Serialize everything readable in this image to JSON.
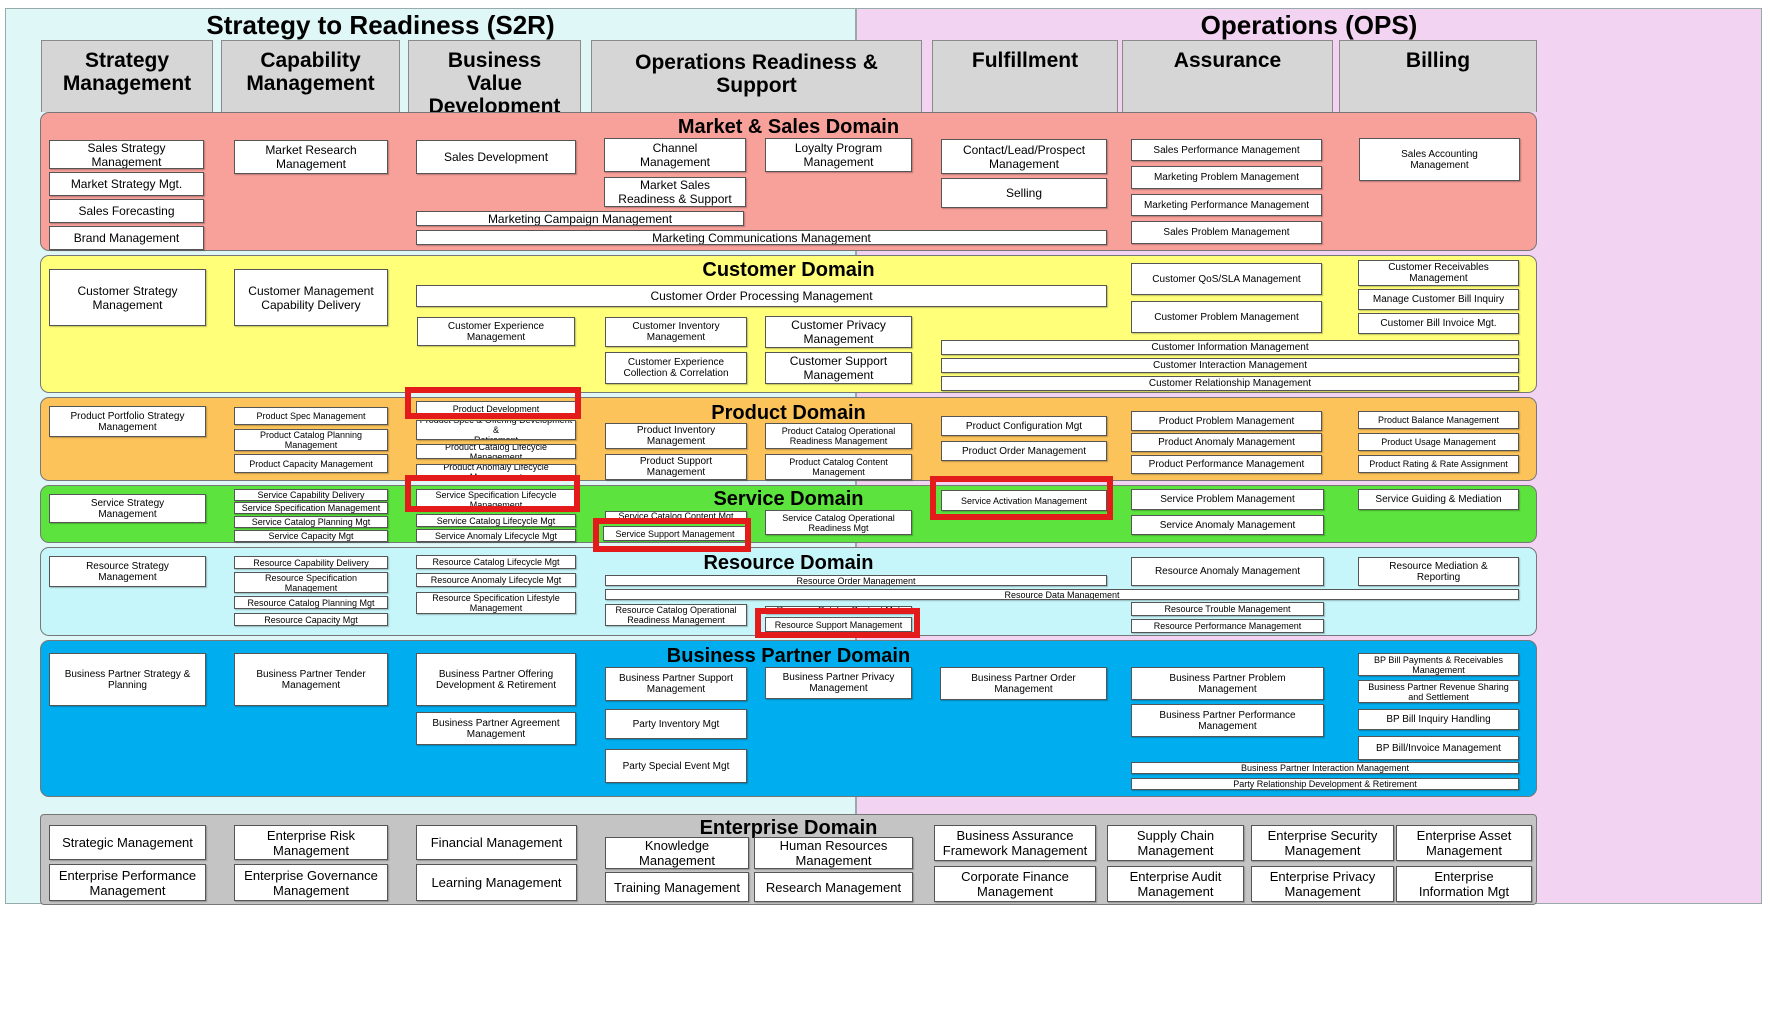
{
  "colors": {
    "s2r_bg": "#e0f7f8",
    "ops_bg": "#f2d3f1",
    "highlight": "#e31b1b",
    "header_gray": "#d6d6d6"
  },
  "bands": {
    "s2r": "Strategy to Readiness (S2R)",
    "ops": "Operations (OPS)"
  },
  "columns": [
    "Strategy\nManagement",
    "Capability\nManagement",
    "Business\nValue\nDevelopment",
    "Operations Readiness &\nSupport",
    "Fulfillment",
    "Assurance",
    "Billing"
  ],
  "domains": {
    "market": {
      "name": "Market & Sales Domain",
      "color": "#f8a09a",
      "items": [
        "Sales Strategy\nManagement",
        "Market Strategy Mgt.",
        "Sales Forecasting",
        "Brand Management",
        "Market Research\nManagement",
        "Sales Development",
        "Marketing Campaign Management",
        "Channel\nManagement",
        "Market Sales\nReadiness & Support",
        "Loyalty Program\nManagement",
        "Marketing Communications Management",
        "Contact/Lead/Prospect\nManagement",
        "Selling",
        "Sales Performance Management",
        "Marketing Problem Management",
        "Marketing Performance Management",
        "Sales Problem Management",
        "Sales Accounting\nManagement"
      ]
    },
    "customer": {
      "name": "Customer Domain",
      "color": "#ffff7a",
      "items": [
        "Customer Strategy\nManagement",
        "Customer Management\nCapability Delivery",
        "Customer Order Processing Management",
        "Customer Experience\nManagement",
        "Customer Inventory\nManagement",
        "Customer Experience\nCollection & Correlation",
        "Customer Privacy\nManagement",
        "Customer Support\nManagement",
        "Customer QoS/SLA Management",
        "Customer Problem Management",
        "Customer Information Management",
        "Customer Interaction Management",
        "Customer Relationship Management",
        "Customer Receivables\nManagement",
        "Manage Customer Bill Inquiry",
        "Customer Bill Invoice Mgt."
      ]
    },
    "product": {
      "name": "Product Domain",
      "color": "#fbc35a",
      "items": [
        "Product Portfolio Strategy\nManagement",
        "Product Spec Management",
        "Product Catalog Planning\nManagement",
        "Product Capacity Management",
        "Product Development",
        "Product Spec & Offering Development &\nRetirement",
        "Product Catalog Lifecycle Management",
        "Product Anomaly Lifecycle Management",
        "Product Inventory\nManagement",
        "Product Support\nManagement",
        "Product Catalog Operational\nReadiness Management",
        "Product Catalog Content\nManagement",
        "Product Configuration Mgt",
        "Product Order Management",
        "Product Problem Management",
        "Product Anomaly Management",
        "Product Performance Management",
        "Product Balance Management",
        "Product Usage Management",
        "Product Rating & Rate Assignment"
      ]
    },
    "service": {
      "name": "Service Domain",
      "color": "#5ce33e",
      "items": [
        "Service Strategy\nManagement",
        "Service Capability Delivery",
        "Service Specification Management",
        "Service Catalog Planning Mgt",
        "Service Capacity Mgt",
        "Service Specification Lifecycle\nManagement",
        "Service Catalog Lifecycle Mgt",
        "Service Anomaly Lifecycle Mgt",
        "Service Catalog Content Mgt",
        "Service Support Management",
        "Service Catalog Operational\nReadiness Mgt",
        "Service Activation Management",
        "Service Problem Management",
        "Service Anomaly Management",
        "Service Guiding & Mediation"
      ]
    },
    "resource": {
      "name": "Resource Domain",
      "color": "#c6f6fa",
      "items": [
        "Resource Strategy\nManagement",
        "Resource Capability Delivery",
        "Resource Specification\nManagement",
        "Resource Catalog Planning Mgt",
        "Resource Capacity Mgt",
        "Resource Catalog Lifecycle Mgt",
        "Resource Anomaly Lifecycle Mgt",
        "Resource Specification Lifestyle\nManagement",
        "Resource Order Management",
        "Resource Data Management",
        "Resource Catalog Operational\nReadiness Management",
        "Resource Catalog Content Mgt",
        "Resource Support Management",
        "Resource Anomaly Management",
        "Resource Trouble Management",
        "Resource Performance Management",
        "Resource Mediation &\nReporting"
      ]
    },
    "bp": {
      "name": "Business Partner Domain",
      "color": "#00aeef",
      "items": [
        "Business Partner Strategy &\nPlanning",
        "Business Partner Tender\nManagement",
        "Business Partner Offering\nDevelopment & Retirement",
        "Business Partner Agreement\nManagement",
        "Business Partner Support\nManagement",
        "Party Inventory Mgt",
        "Party Special Event Mgt",
        "Business Partner Privacy\nManagement",
        "Business Partner Order\nManagement",
        "Business Partner Problem\nManagement",
        "Business Partner Performance\nManagement",
        "Business Partner Interaction Management",
        "Party Relationship Development & Retirement",
        "BP Bill Payments & Receivables\nManagement",
        "Business Partner Revenue Sharing\nand Settlement",
        "BP Bill Inquiry Handling",
        "BP Bill/Invoice Management"
      ]
    },
    "enterprise": {
      "name": "Enterprise Domain",
      "color": "#c4c4c4",
      "items": [
        "Strategic Management",
        "Enterprise Performance\nManagement",
        "Enterprise Risk\nManagement",
        "Enterprise Governance\nManagement",
        "Financial Management",
        "Learning Management",
        "Knowledge\nManagement",
        "Training Management",
        "Human Resources\nManagement",
        "Research Management",
        "Business Assurance\nFramework Management",
        "Corporate Finance\nManagement",
        "Supply Chain\nManagement",
        "Enterprise Audit\nManagement",
        "Enterprise Security\nManagement",
        "Enterprise Privacy\nManagement",
        "Enterprise Asset\nManagement",
        "Enterprise\nInformation Mgt"
      ]
    }
  }
}
